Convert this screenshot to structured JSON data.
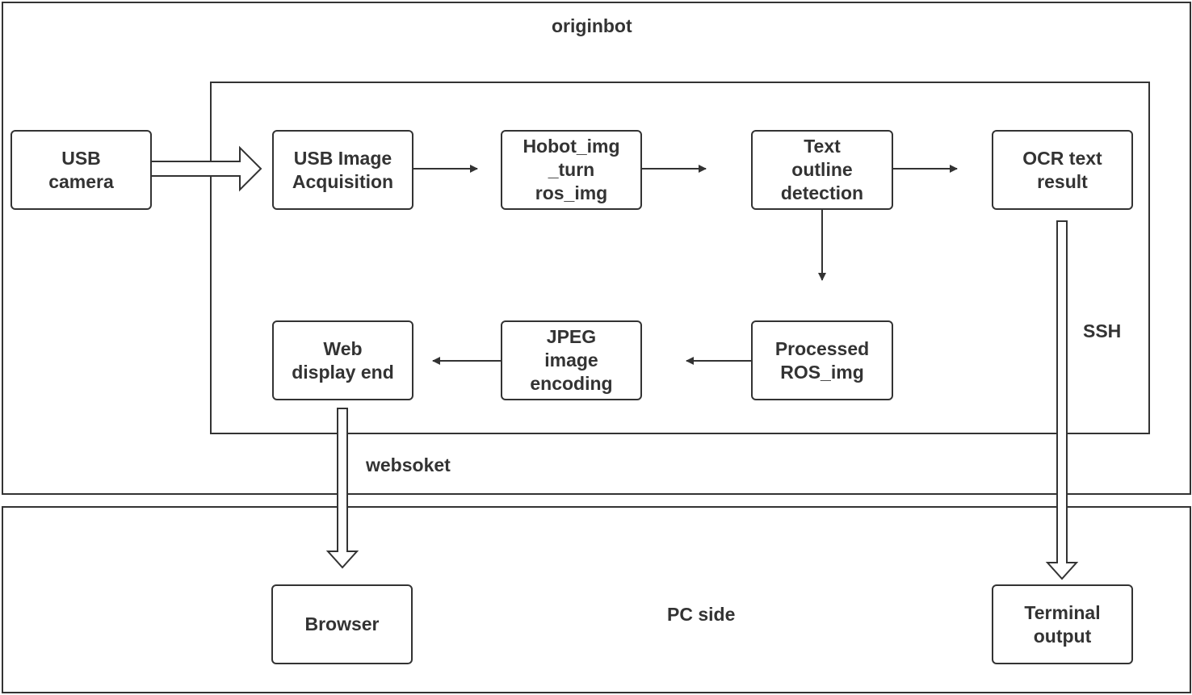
{
  "containers": {
    "originbot_title": "originbot",
    "pc_side_title": "PC side"
  },
  "nodes": {
    "usb_camera": "USB\ncamera",
    "usb_image_acquisition": "USB Image\nAcquisition",
    "hobot_img_turn": "Hobot_img\n_turn\nros_img",
    "text_outline_detection": "Text\noutline\ndetection",
    "ocr_text_result": "OCR text\nresult",
    "web_display_end": "Web\ndisplay end",
    "jpeg_image_encoding": "JPEG\nimage\nencoding",
    "processed_ros_img": "Processed\nROS_img",
    "browser": "Browser",
    "terminal_output": "Terminal\noutput"
  },
  "edge_labels": {
    "ssh": "SSH",
    "websoket": "websoket"
  },
  "colors": {
    "stroke": "#333333",
    "background": "#ffffff"
  }
}
